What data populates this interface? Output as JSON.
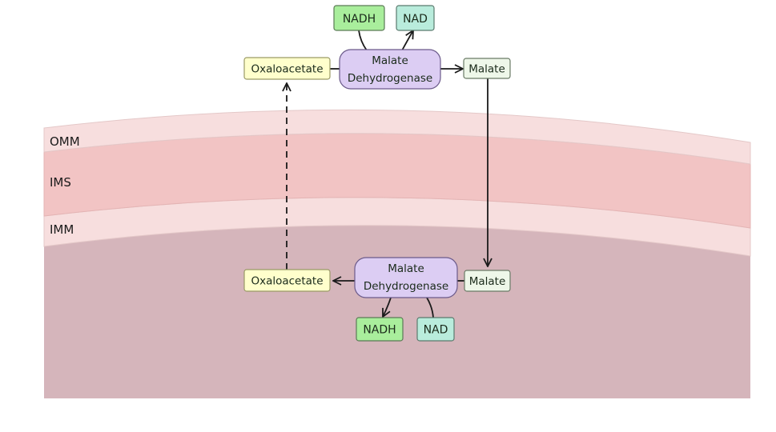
{
  "membrane_labels": {
    "omm": "OMM",
    "ims": "IMS",
    "imm": "IMM"
  },
  "cytosol": {
    "oxaloacetate": "Oxaloacetate",
    "enzyme_line1": "Malate",
    "enzyme_line2": "Dehydrogenase",
    "malate": "Malate",
    "nadh": "NADH",
    "nad": "NAD"
  },
  "matrix": {
    "oxaloacetate": "Oxaloacetate",
    "enzyme_line1": "Malate",
    "enzyme_line2": "Dehydrogenase",
    "malate": "Malate",
    "nadh": "NADH",
    "nad": "NAD"
  },
  "colors": {
    "omm": "#f7dede",
    "ims": "#f2c4c4",
    "imm": "#f7dede",
    "matrix": "#d5b5bb",
    "oxaloacetate_fill": "#ffffcc",
    "enzyme_fill": "#dccdf3",
    "malate_fill": "#eef7e9",
    "nadh_fill": "#a9ee9c",
    "nad_fill": "#b9ecdc"
  }
}
